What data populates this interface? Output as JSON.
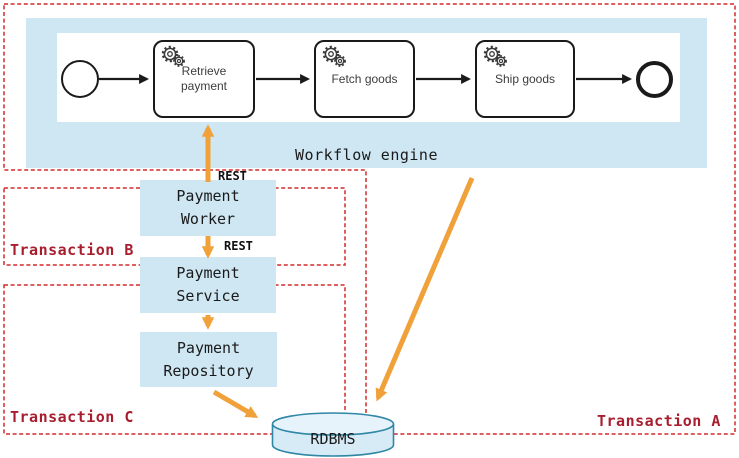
{
  "workflow": {
    "label": "Workflow engine",
    "tasks": [
      {
        "label": "Retrieve\npayment"
      },
      {
        "label": "Fetch goods"
      },
      {
        "label": "Ship goods"
      }
    ]
  },
  "components": [
    {
      "label": "Payment\nWorker"
    },
    {
      "label": "Payment\nService"
    },
    {
      "label": "Payment\nRepository"
    }
  ],
  "database": {
    "label": "RDBMS"
  },
  "connections": {
    "rest_top": "REST",
    "rest_bottom": "REST"
  },
  "transactions": [
    {
      "label": "Transaction A"
    },
    {
      "label": "Transaction B"
    },
    {
      "label": "Transaction C"
    }
  ],
  "colors": {
    "panel_blue": "#cfe7f3",
    "boundary_red": "#d42a2a",
    "transaction_label_red": "#a81e2e",
    "arrow_orange": "#f0a13a",
    "bpmn_black": "#1a1a1a",
    "db_fill": "#d6ebf5",
    "db_stroke": "#2f86a5"
  }
}
